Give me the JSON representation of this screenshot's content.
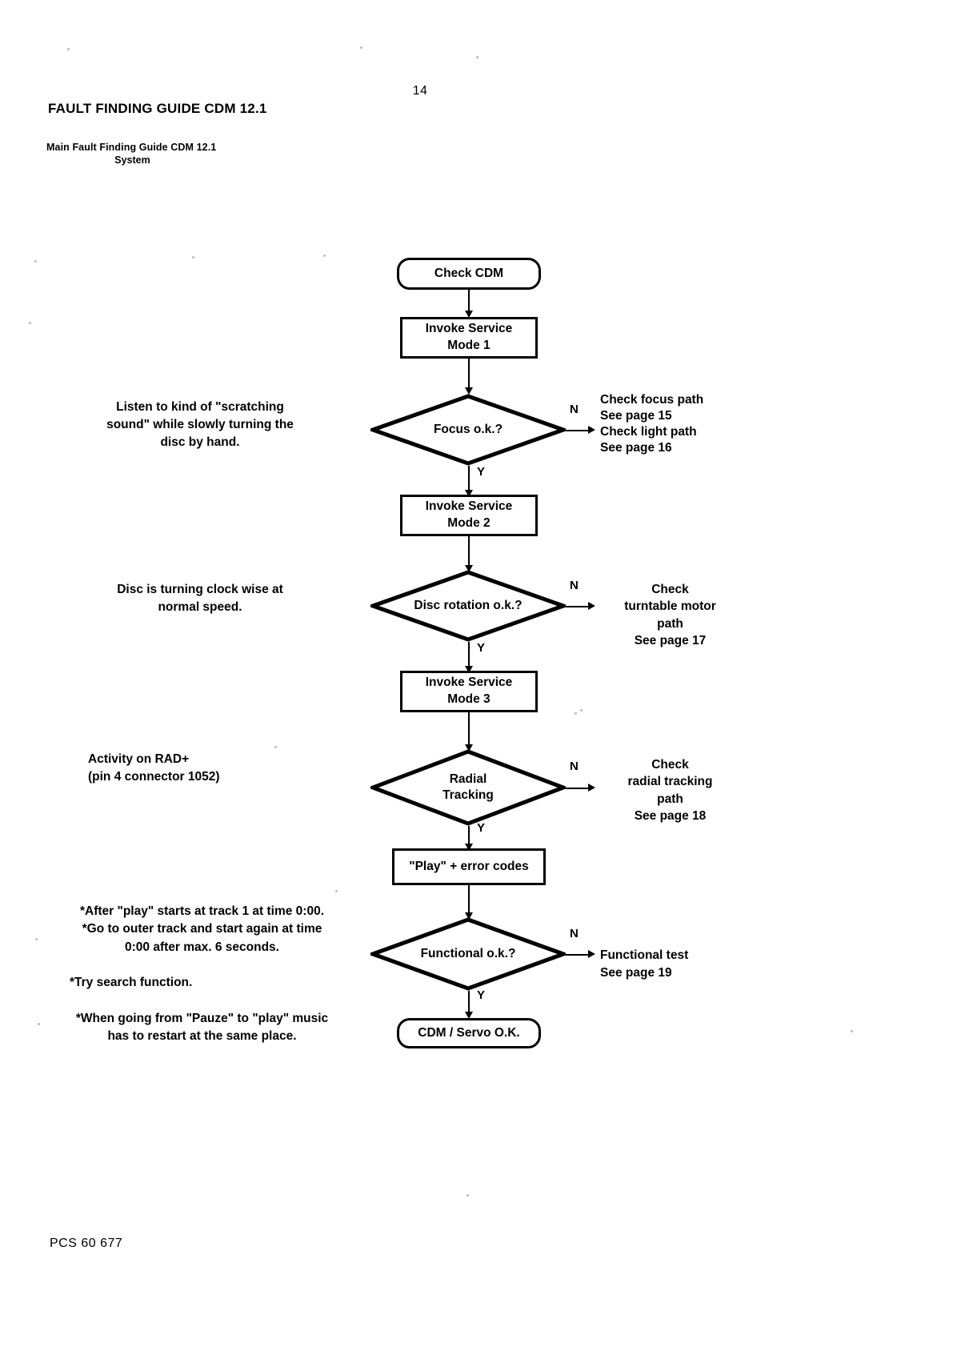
{
  "header": {
    "page_number": "14",
    "title": "FAULT FINDING GUIDE CDM 12.1",
    "subtitle_line1": "Main Fault Finding Guide CDM 12.1",
    "subtitle_line2": "System"
  },
  "footer": {
    "code": "PCS 60 677"
  },
  "flow": {
    "start": "Check CDM",
    "step1": {
      "line1": "Invoke Service",
      "line2": "Mode 1"
    },
    "decision1": "Focus o.k.?",
    "step2": {
      "line1": "Invoke Service",
      "line2": "Mode 2"
    },
    "decision2": "Disc rotation o.k.?",
    "step3": {
      "line1": "Invoke Service",
      "line2": "Mode 3"
    },
    "decision3": {
      "line1": "Radial",
      "line2": "Tracking"
    },
    "step4": "\"Play\" + error codes",
    "decision4": "Functional o.k.?",
    "end": "CDM / Servo O.K.",
    "yes_label": "Y",
    "no_label": "N"
  },
  "left_annotations": [
    {
      "lines": [
        "Listen to kind of \"scratching",
        "sound\" while slowly turning the",
        "disc by hand."
      ]
    },
    {
      "lines": [
        "Disc is turning clock wise at",
        "normal speed."
      ]
    },
    {
      "lines": [
        "Activity on RAD+",
        "(pin 4 connector 1052)"
      ]
    }
  ],
  "right_annotations": [
    {
      "align": "left",
      "lines": [
        "Check focus path",
        "See page 15",
        "Check light path",
        "See page 16"
      ]
    },
    {
      "align": "center",
      "lines": [
        "Check",
        "turntable motor",
        "path",
        "See page 17"
      ]
    },
    {
      "align": "center",
      "lines": [
        "Check",
        "radial tracking",
        "path",
        "See page 18"
      ]
    },
    {
      "align": "left",
      "lines": [
        "Functional test",
        "See page 19"
      ]
    }
  ],
  "notes": [
    {
      "lines": [
        "*After \"play\" starts at track 1 at time 0:00.",
        "*Go to outer track and start again at time",
        "0:00 after max. 6 seconds."
      ]
    },
    {
      "lines": [
        "*Try search function."
      ]
    },
    {
      "lines": [
        "*When going from \"Pauze\" to \"play\" music",
        "has to restart at the same place."
      ]
    }
  ],
  "colors": {
    "ink": "#000000",
    "paper": "#ffffff"
  }
}
